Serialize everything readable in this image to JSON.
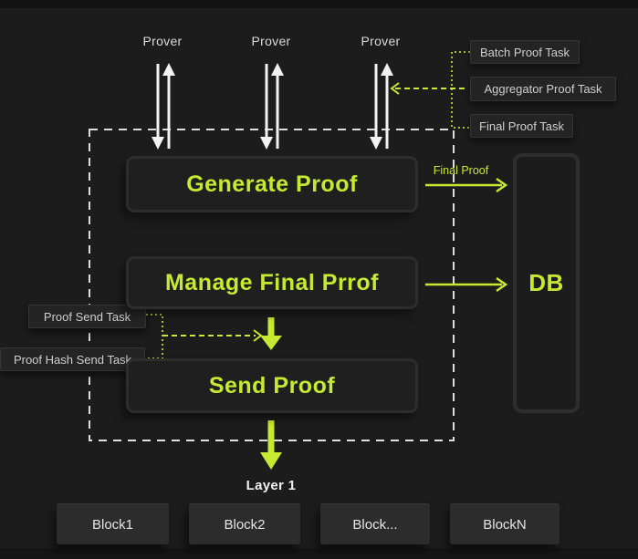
{
  "diagram": {
    "accent_color": "#c9e831",
    "dotted_color": "#b2bf2d",
    "provers": [
      "Prover",
      "Prover",
      "Prover"
    ],
    "right_task_labels": [
      "Batch Proof Task",
      "Aggregator Proof Task",
      "Final Proof Task"
    ],
    "left_task_labels": [
      "Proof Send Task",
      "Proof Hash Send Task"
    ],
    "process_boxes": [
      "Generate Proof",
      "Manage Final Prrof",
      "Send Proof"
    ],
    "db_label": "DB",
    "final_proof_arrow_label": "Final Proof",
    "layer_label": "Layer 1",
    "block_labels": [
      "Block1",
      "Block2",
      "Block...",
      "BlockN"
    ]
  }
}
